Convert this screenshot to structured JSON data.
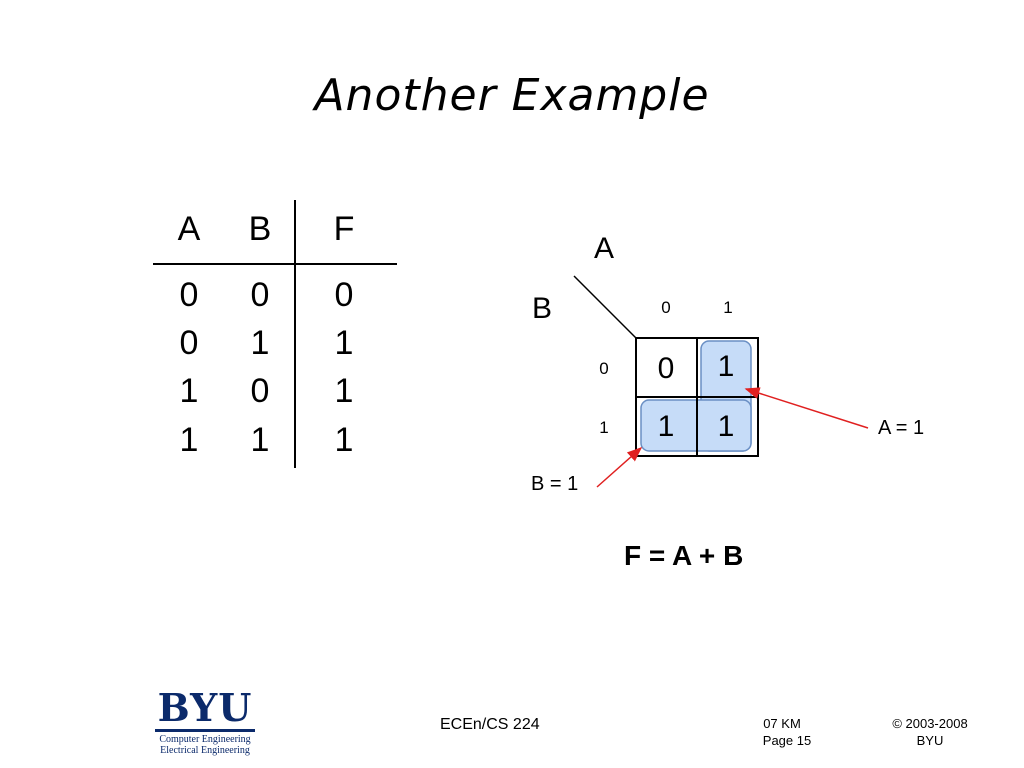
{
  "slide": {
    "title": "Another Example"
  },
  "truth_table": {
    "headers": [
      "A",
      "B",
      "F"
    ],
    "rows": [
      [
        "0",
        "0",
        "0"
      ],
      [
        "0",
        "1",
        "1"
      ],
      [
        "1",
        "0",
        "1"
      ],
      [
        "1",
        "1",
        "1"
      ]
    ]
  },
  "kmap": {
    "col_var": "A",
    "row_var": "B",
    "col_labels": [
      "0",
      "1"
    ],
    "row_labels": [
      "0",
      "1"
    ],
    "cells": [
      [
        "0",
        "1"
      ],
      [
        "1",
        "1"
      ]
    ],
    "annotation_a": "A = 1",
    "annotation_b": "B = 1",
    "equation": "F = A + B",
    "group_fill": "#c6dcf8",
    "group_stroke": "#6a8fc4",
    "arrow_color": "#e02020"
  },
  "footer": {
    "logo_text": "BYU",
    "logo_line1": "Computer Engineering",
    "logo_line2": "Electrical Engineering",
    "course": "ECEn/CS 224",
    "author": "07 KM",
    "page": "Page 15",
    "copyright": "© 2003-2008",
    "org": "BYU"
  }
}
